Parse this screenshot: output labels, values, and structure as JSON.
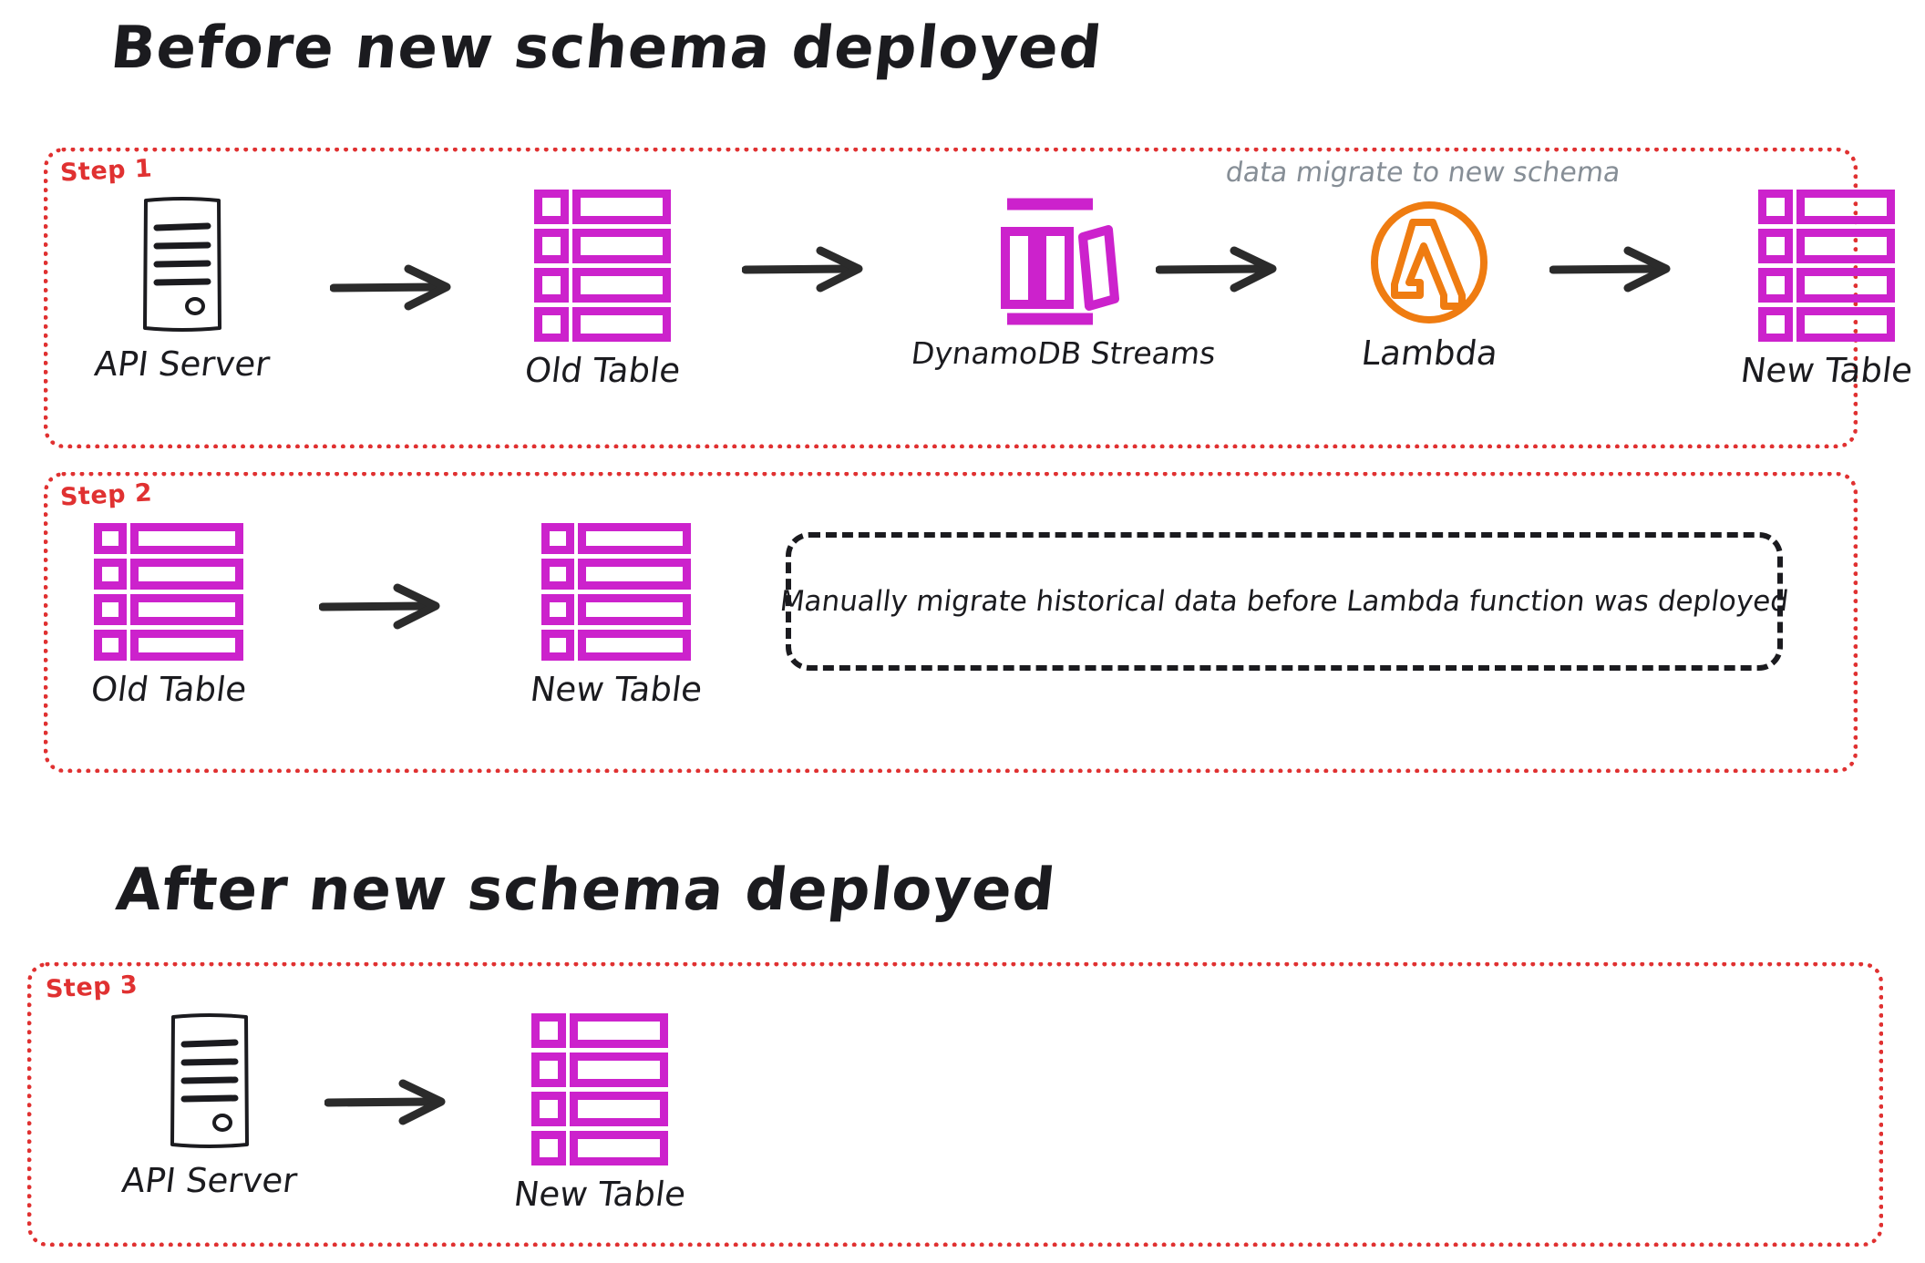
{
  "sections": {
    "before": {
      "title": "Before new schema deployed"
    },
    "after": {
      "title": "After new schema deployed"
    }
  },
  "colors": {
    "step_border": "#e03131",
    "step_label": "#e03131",
    "table": "#cc22cc",
    "lambda": "#ef7c11",
    "ink": "#1b1b1f",
    "annotation": "#868e96"
  },
  "steps": [
    {
      "label": "Step 1",
      "nodes": [
        {
          "icon": "server-icon",
          "caption": "API Server"
        },
        {
          "icon": "table-icon",
          "caption": "Old Table"
        },
        {
          "icon": "streams-icon",
          "caption": "DynamoDB Streams"
        },
        {
          "icon": "lambda-icon",
          "caption": "Lambda"
        },
        {
          "icon": "table-icon",
          "caption": "New Table"
        }
      ],
      "annotation": "data migrate to new schema"
    },
    {
      "label": "Step 2",
      "nodes": [
        {
          "icon": "table-icon",
          "caption": "Old Table"
        },
        {
          "icon": "table-icon",
          "caption": "New Table"
        }
      ],
      "note": "Manually migrate historical data before Lambda function was deployed"
    },
    {
      "label": "Step 3",
      "nodes": [
        {
          "icon": "server-icon",
          "caption": "API Server"
        },
        {
          "icon": "table-icon",
          "caption": "New Table"
        }
      ]
    }
  ],
  "icons": {
    "arrow": "arrow-right-icon"
  }
}
